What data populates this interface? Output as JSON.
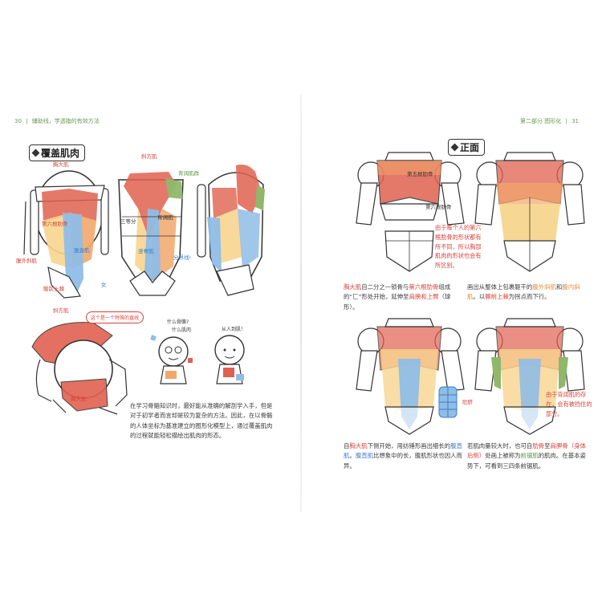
{
  "header": {
    "left_page_num": "30",
    "left_title": "辅助线，学透脂的有效方法",
    "right_title": "第二部分  图形化",
    "right_page_num": "31"
  },
  "left": {
    "section_title": "覆盖肌肉",
    "labels": {
      "xiongdaji": "胸大肌",
      "diliu": "第六根肋骨",
      "fuwai": "腹外斜肌",
      "fuzhi": "腹直肌",
      "chiqian": "髂前上棘",
      "nv": "女",
      "xiefang": "斜方肌",
      "beikuo": "背阔肌群",
      "sandeng": "三等分",
      "beikuoji": "背阔肌",
      "jishu": "竖脊肌",
      "fenjie": "分界线!",
      "xiefang2": "斜方肌",
      "xiongdaji2": "胸大肌"
    },
    "bubble": "这个是一个特殊的直线",
    "speech1": "什么骨骼?",
    "speech2": "什么肌肉",
    "speech3": "从人到肌！",
    "paragraph": "在学习骨骼知识时，最好能从准确的解剖学入手，但是对于初学者而言却是较为复杂的方法。因此，在以骨骼的人体坐标为基准建立的图形化模型上，通过覆盖肌肉的过程就能轻松描绘出肌肉的形态。"
  },
  "right": {
    "section_title": "正面",
    "labels": {
      "diwu": "第五根肋骨",
      "diliu": "第六根肋骨",
      "duqi": "肚脐"
    },
    "note1": "由于每个人的第六根肋骨的形状都有所不同，所以胸部肌肉的形状也会有所区别。",
    "note2": "由于背阔肌的存在，会有被挡住的部分。",
    "para1": {
      "p1": "胸大肌",
      "p2": "自二分之一锁骨与",
      "p3": "第六根肋骨",
      "p4": "组成的“匚”形处开始，延伸至",
      "p5": "肩膀和上臂",
      "p6": "（球形）。"
    },
    "para2": {
      "p1": "画出从整体上包裹躯干的",
      "p2": "腹外斜肌",
      "p3": "和",
      "p4": "腹内斜肌",
      "p5": "。以",
      "p6": "髂前上棘",
      "p7": "为拐点而下行。"
    },
    "para3": {
      "p1": "自",
      "p2": "胸大肌",
      "p3": "下侧开始，用纺锤形画出细长的",
      "p4": "腹直肌",
      "p5": "。",
      "p6": "腹直肌",
      "p7": "比想象中的长，腹肌形状也因人而异。"
    },
    "para4": {
      "p1": "若肌肉量较大时，也可自",
      "p2": "肋骨",
      "p3": "至",
      "p4": "肩胛骨（身体后侧）",
      "p5": "处画上被称为",
      "p6": "前锯肌",
      "p7": "的肌肉。在基本姿势下，可看到三四条前锯肌。"
    }
  },
  "colors": {
    "red": "#e0614f",
    "orange": "#f2a769",
    "yellow": "#f7d58e",
    "blue": "#8fbde6",
    "green": "#8fb86a"
  }
}
